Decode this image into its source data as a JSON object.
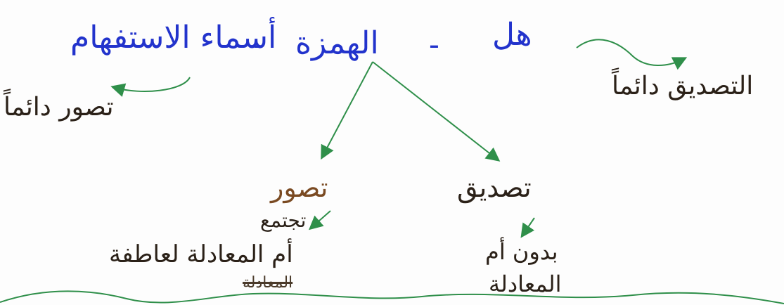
{
  "diagram": {
    "top_words": [
      "هل",
      "الهمزة",
      "أسماء الاستفهام"
    ],
    "separator": "-",
    "right_branch": "التصديق دائماً",
    "left_branch": "تصور دائماً",
    "mid_left": "تصور",
    "mid_left_sub": "تجتمع",
    "mid_left_result": "أم المعادلة لعاطفة",
    "mid_left_crossed": "المعادلة",
    "mid_right": "تصديق",
    "mid_right_result_1": "بدون أم",
    "mid_right_result_2": "المعادلة"
  },
  "colors": {
    "ink_blue": "#2233cc",
    "ink_green": "#2f8f4a",
    "ink_dark": "#2b2118",
    "ink_brown": "#7a4a22"
  }
}
